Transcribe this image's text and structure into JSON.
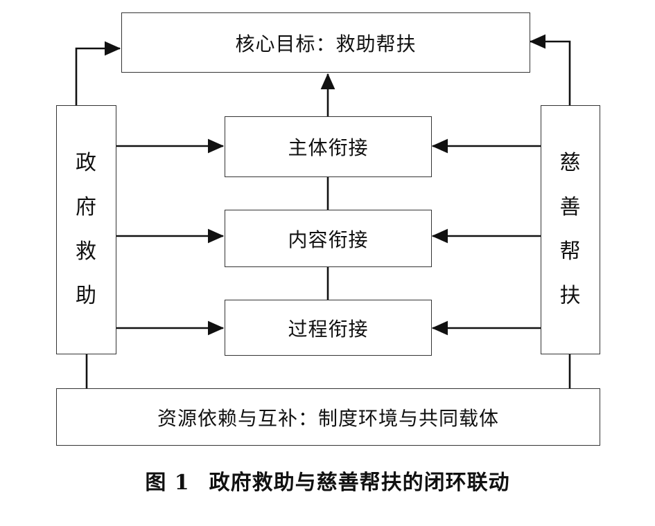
{
  "diagram": {
    "core_goal": "核心目标：救助帮扶",
    "left_pillar": [
      "政",
      "府",
      "救",
      "助"
    ],
    "right_pillar": [
      "慈",
      "善",
      "帮",
      "扶"
    ],
    "linkages": {
      "subject": "主体衔接",
      "content": "内容衔接",
      "process": "过程衔接"
    },
    "foundation": "资源依赖与互补：制度环境与共同载体"
  },
  "caption": {
    "figure_number": "图 1",
    "title": "政府救助与慈善帮扶的闭环联动"
  },
  "colors": {
    "line": "#111111",
    "border": "#333333",
    "background": "#ffffff"
  }
}
